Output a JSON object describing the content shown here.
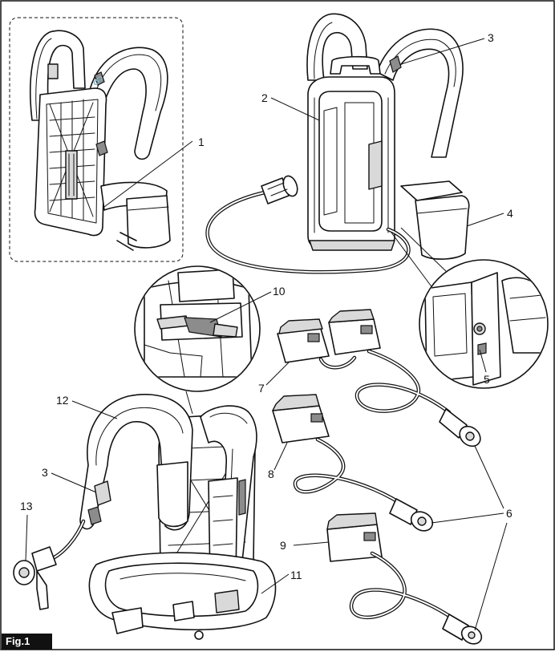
{
  "figure": {
    "label": "Fig.1"
  },
  "callouts": {
    "c1": "1",
    "c2": "2",
    "c3a": "3",
    "c3b": "3",
    "c4": "4",
    "c5": "5",
    "c6": "6",
    "c7": "7",
    "c8": "8",
    "c9": "9",
    "c10": "10",
    "c11": "11",
    "c12": "12",
    "c13": "13"
  }
}
